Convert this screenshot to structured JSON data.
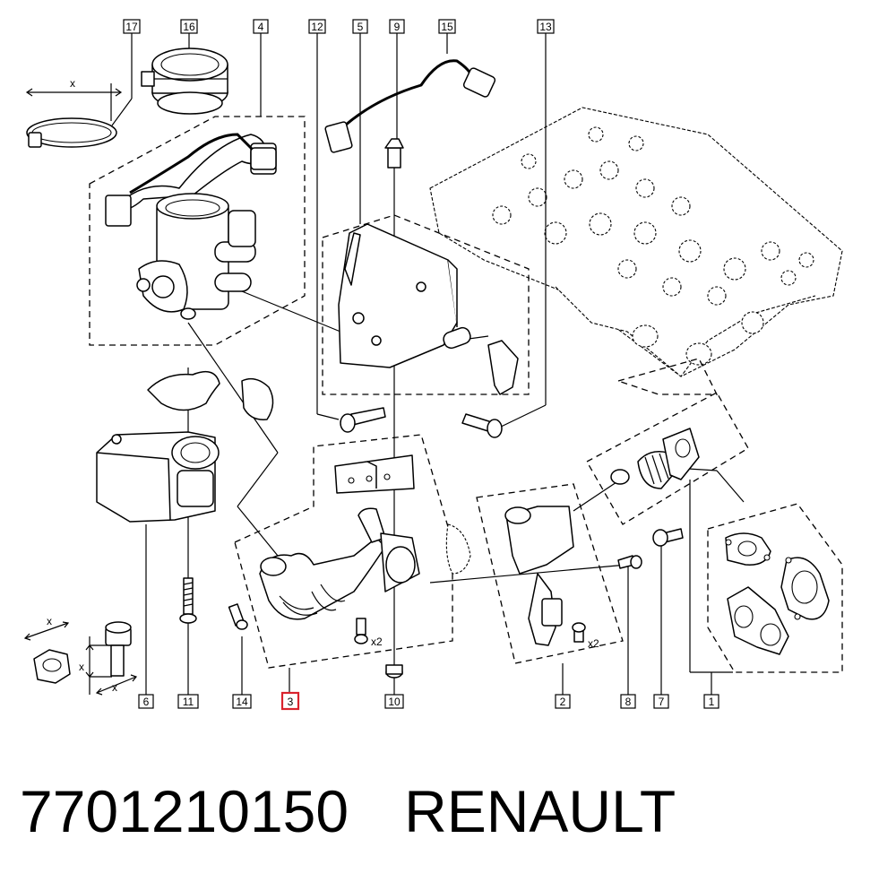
{
  "diagram": {
    "callouts": [
      "17",
      "16",
      "4",
      "12",
      "5",
      "9",
      "15",
      "13",
      "6",
      "11",
      "14",
      "3",
      "10",
      "2",
      "8",
      "7",
      "1"
    ],
    "highlighted_callout": "3",
    "dimension_labels": {
      "clamp_x": "x",
      "nut_x": "x",
      "bolt_x": "x",
      "bolt_x2": "x"
    },
    "qty_labels": [
      "x2",
      "x2"
    ],
    "highlight_color": "#d9232d"
  },
  "footer": {
    "part_number": "7701210150",
    "brand": "RENAULT"
  }
}
